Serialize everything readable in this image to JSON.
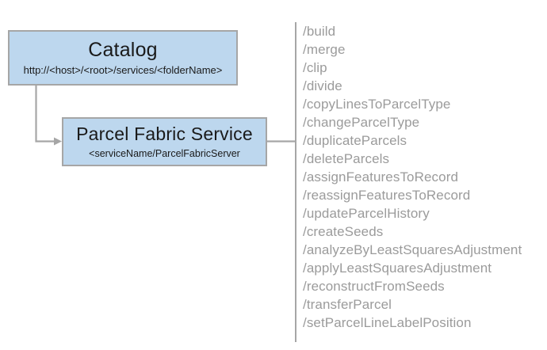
{
  "diagram": {
    "nodes": [
      {
        "id": "catalog",
        "title": "Catalog",
        "subtitle": "http://<host>/<root>/services/<folderName>",
        "fill": "#bdd7ee",
        "border": "#a6a6a6"
      },
      {
        "id": "parcel-fabric-service",
        "title": "Parcel Fabric Service",
        "subtitle": "<serviceName/ParcelFabricServer",
        "fill": "#bdd7ee",
        "border": "#a6a6a6"
      }
    ],
    "connectors": [
      {
        "id": "catalog-to-service",
        "from": "catalog",
        "to": "parcel-fabric-service",
        "style": "elbow-arrow",
        "color": "#a6a6a6"
      },
      {
        "id": "service-to-operations",
        "from": "parcel-fabric-service",
        "to": "operations",
        "style": "line",
        "color": "#a6a6a6"
      }
    ],
    "operations": {
      "divider_color": "#a6a6a6",
      "text_color": "#9b9b9b",
      "items": [
        "/build",
        "/merge",
        "/clip",
        "/divide",
        "/copyLinesToParcelType",
        "/changeParcelType",
        "/duplicateParcels",
        "/deleteParcels",
        "/assignFeaturesToRecord",
        "/reassignFeaturesToRecord",
        "/updateParcelHistory",
        "/createSeeds",
        "/analyzeByLeastSquaresAdjustment",
        "/applyLeastSquaresAdjustment",
        "/reconstructFromSeeds",
        "/transferParcel",
        "/setParcelLineLabelPosition"
      ]
    }
  }
}
